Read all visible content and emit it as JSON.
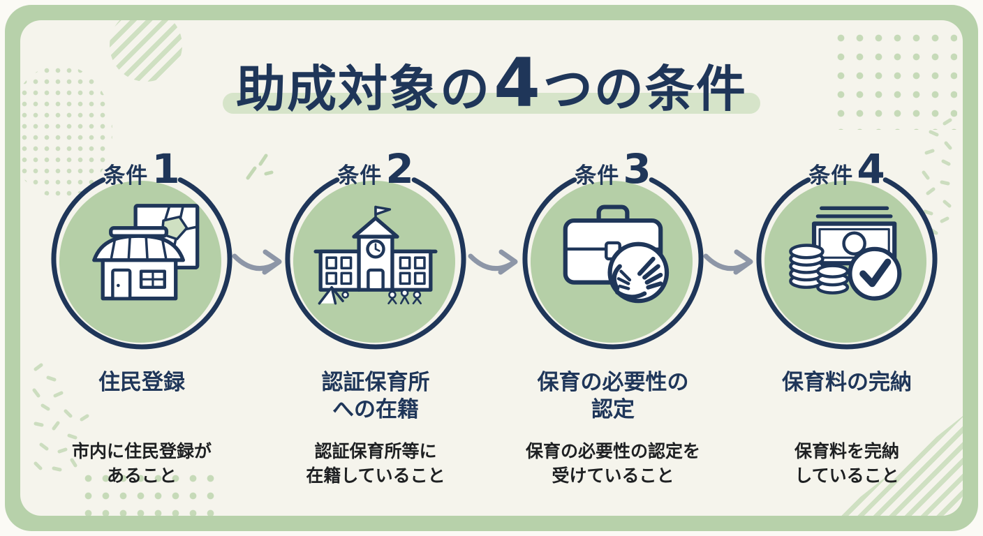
{
  "title": {
    "prefix": "助成対象の",
    "number": "4",
    "suffix": "つの条件"
  },
  "conditions": [
    {
      "badge_label": "条件",
      "badge_number": "1",
      "icon": "house-map-icon",
      "name": "住民登録",
      "description": "市内に住民登録が\nあること"
    },
    {
      "badge_label": "条件",
      "badge_number": "2",
      "icon": "school-icon",
      "name": "認証保育所\nへの在籍",
      "description": "認証保育所等に\n在籍していること"
    },
    {
      "badge_label": "条件",
      "badge_number": "3",
      "icon": "briefcase-hands-icon",
      "name": "保育の必要性の\n認定",
      "description": "保育の必要性の認定を\n受けていること"
    },
    {
      "badge_label": "条件",
      "badge_number": "4",
      "icon": "money-check-icon",
      "name": "保育料の完納",
      "description": "保育料を完納\nしていること"
    }
  ],
  "colors": {
    "navy": "#1f3659",
    "frame_green": "#b7d1aa",
    "circle_green": "#b5cfa7",
    "background": "#f5f4ec",
    "arrow_gray": "#8d96a7",
    "title_highlight": "#d6e4c9",
    "pattern_green": "#cfe0c2"
  }
}
